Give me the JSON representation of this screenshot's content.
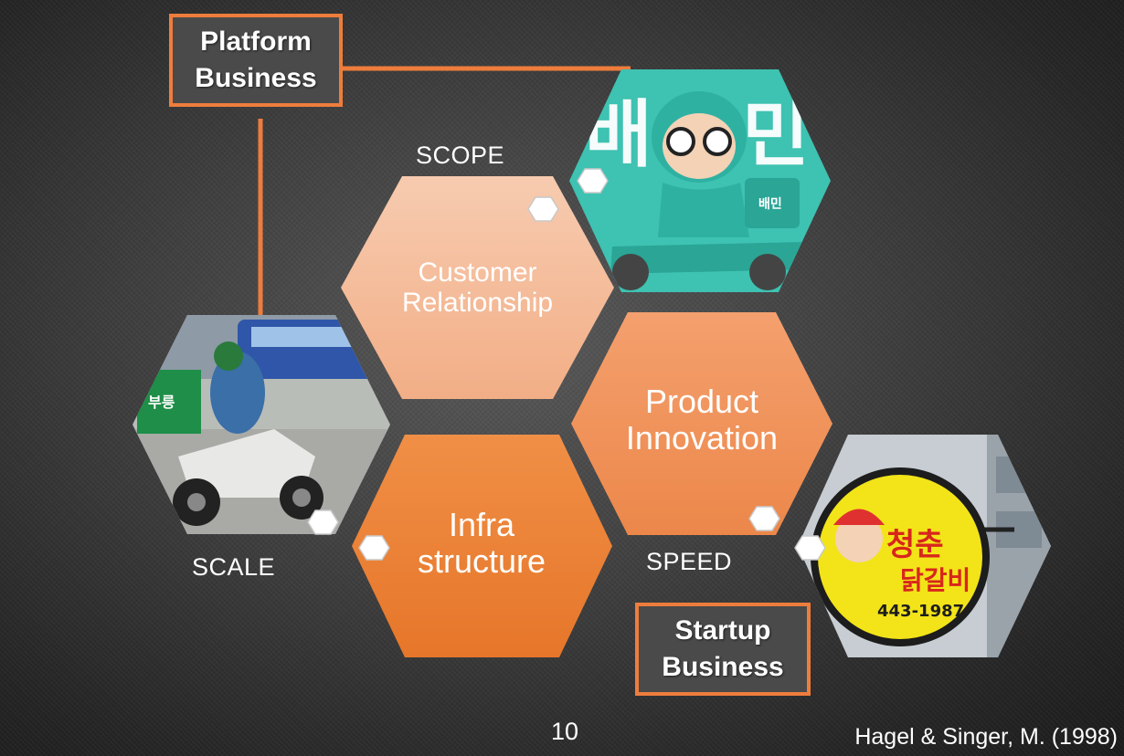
{
  "boxes": {
    "platform": [
      "Platform",
      "Business"
    ],
    "startup": [
      "Startup",
      "Business"
    ]
  },
  "hexagons": {
    "customer": [
      "Customer",
      "Relationship"
    ],
    "product": [
      "Product",
      "Innovation"
    ],
    "infra": [
      "Infra",
      "structure"
    ]
  },
  "axes": {
    "scope": "SCOPE",
    "scale": "SCALE",
    "speed": "SPEED"
  },
  "footer": {
    "page_number": "10",
    "citation": "Hagel & Singer, M. (1998)"
  },
  "photo_text": {
    "baemin_sign": "배민",
    "bugo_sign": "부릉",
    "sign_phone": "443-1987"
  },
  "colors": {
    "accent": "#ee7d3c",
    "customer_fill": "#f3b896",
    "product_fill": "#ef9258",
    "infra_fill": "#ec8034",
    "mint": "#3ec2b2"
  }
}
